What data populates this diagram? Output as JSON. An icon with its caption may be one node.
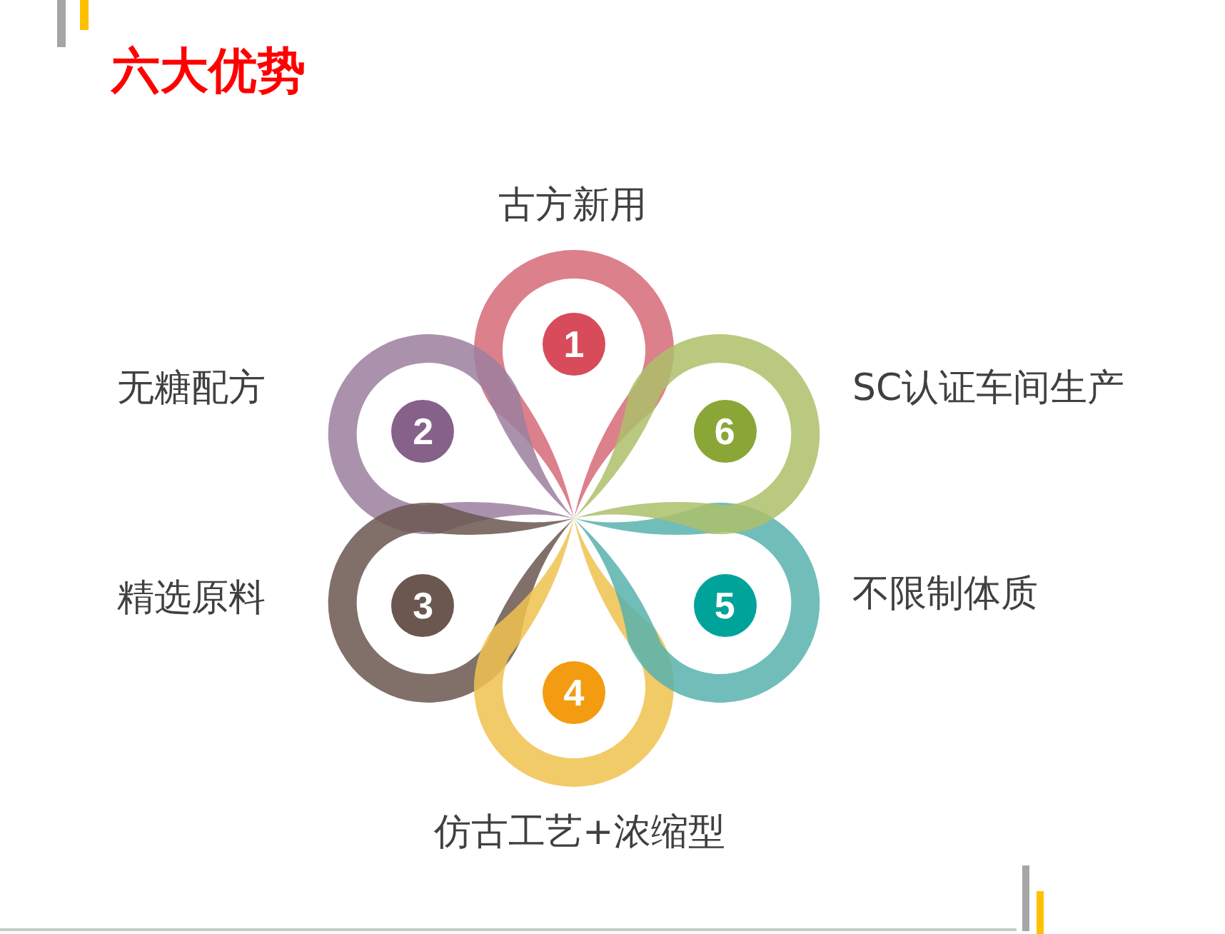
{
  "diagram": {
    "title": "六大优势",
    "nodes": [
      {
        "text": [
          "1"
        ],
        "beside": [
          "古方新用"
        ]
      },
      {
        "text": [
          "2"
        ],
        "beside": [
          "无糖配方"
        ]
      },
      {
        "text": [
          "3"
        ],
        "beside": [
          "精选原料"
        ]
      },
      {
        "text": [
          "4"
        ],
        "beside": [
          "仿古工艺+浓缩型"
        ]
      },
      {
        "text": [
          "5"
        ],
        "beside": [
          "不限制体质"
        ]
      },
      {
        "text": [
          "6"
        ],
        "beside": [
          "SC认证车间生产"
        ]
      }
    ]
  }
}
